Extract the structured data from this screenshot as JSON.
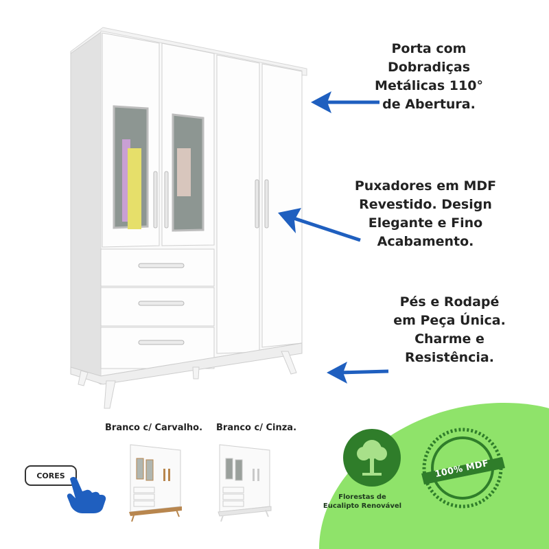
{
  "callouts": {
    "doors": [
      "Porta com",
      "Dobradiças",
      "Metálicas 110°",
      "de Abertura."
    ],
    "handles": [
      "Puxadores em MDF",
      "Revestido. Design",
      "Elegante e Fino",
      "Acabamento."
    ],
    "feet": [
      "Pés e Rodapé",
      "em Peça Única.",
      "Charme e",
      "Resistência."
    ]
  },
  "variants": [
    {
      "label": "Branco c/ Carvalho.",
      "accent": "#b8864e"
    },
    {
      "label": "Branco c/ Cinza.",
      "accent": "#c9c9c9"
    }
  ],
  "colors_button": {
    "label": "CORES"
  },
  "badges": {
    "forest": {
      "text_line1": "Florestas de",
      "text_line2": "Eucalipto Renovável"
    },
    "mdf": {
      "text": "100% MDF"
    }
  },
  "colors": {
    "arrow": "#1f5fbf",
    "green_bg": "#8fe36a",
    "seal_green": "#2f7d2a",
    "hand_blue": "#1f5fbf"
  },
  "icons": [
    "arrow-left-icon",
    "pointing-hand-icon",
    "tree-icon",
    "seal-badge-icon"
  ]
}
